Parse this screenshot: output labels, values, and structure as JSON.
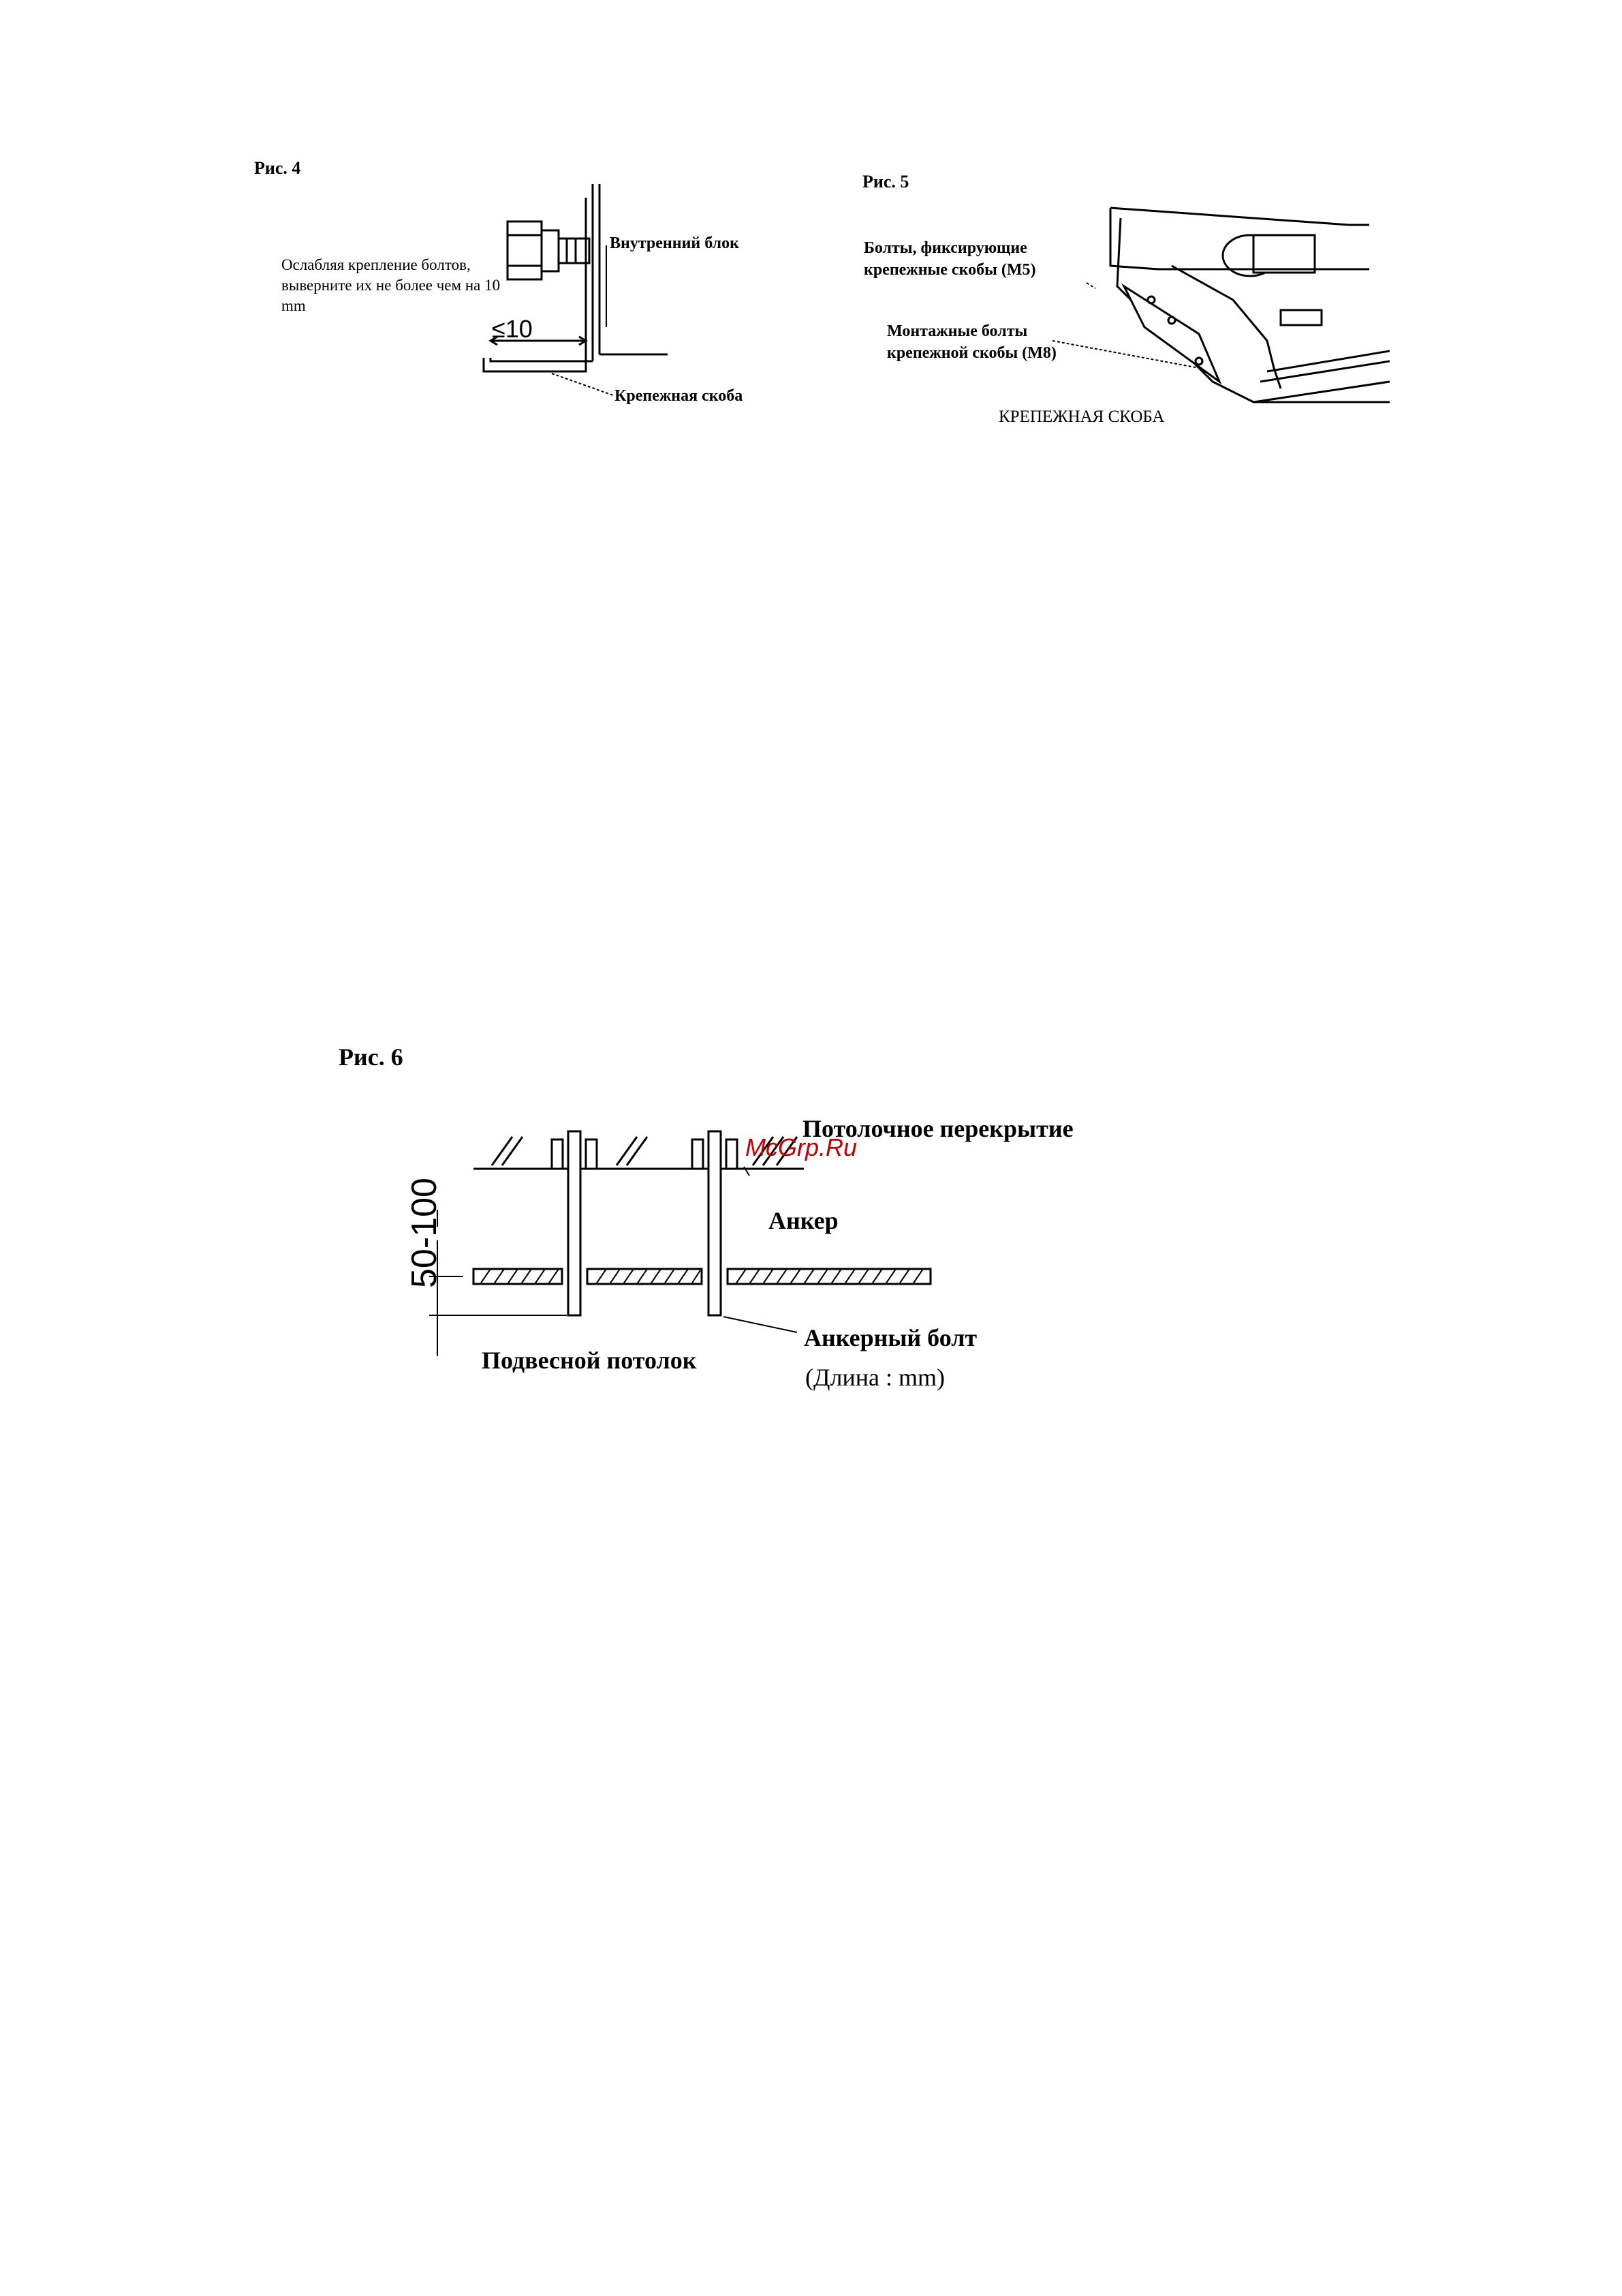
{
  "fig4": {
    "title": "Рис. 4",
    "loosen_note": "Ослабляя крепление болтов, выверните их не более чем на 10 mm",
    "inner_unit": "Внутренний блок",
    "dimension": "≤10",
    "bracket": "Крепежная скоба"
  },
  "fig5": {
    "title": "Рис. 5",
    "fixing_bolts": "Болты, фиксирующие крепежные скобы (M5)",
    "mounting_bolts": "Монтажные болты крепежной скобы (M8)",
    "caption": "КРЕПЕЖНАЯ СКОБА"
  },
  "fig6": {
    "title": "Рис. 6",
    "ceiling_slab": "Потолочное перекрытие",
    "anchor": "Анкер",
    "anchor_bolt": "Анкерный болт",
    "length_unit": "(Длина : mm)",
    "suspended_ceiling": "Подвесной потолок",
    "dimension": "50-100"
  },
  "watermark": "McGrp.Ru",
  "colors": {
    "ink": "#000000",
    "watermark": "#c00000"
  }
}
